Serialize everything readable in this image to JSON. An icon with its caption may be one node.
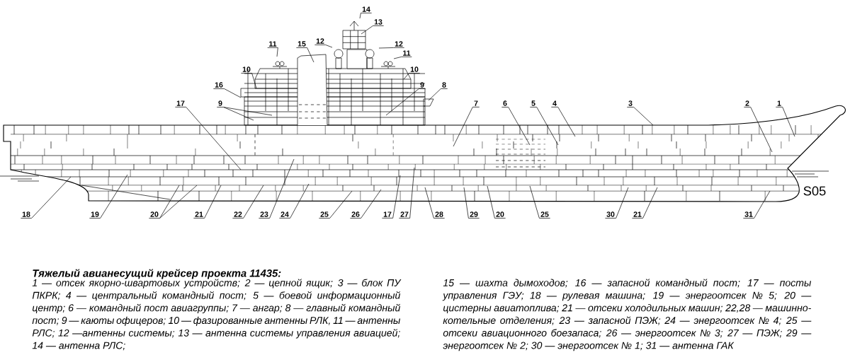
{
  "diagram": {
    "nodes": [
      {
        "text": [
          "14"
        ]
      },
      {
        "text": [
          "13"
        ]
      },
      {
        "text": [
          "11"
        ]
      },
      {
        "text": [
          "15"
        ]
      },
      {
        "text": [
          "12"
        ]
      },
      {
        "text": [
          "12"
        ]
      },
      {
        "text": [
          "11"
        ]
      },
      {
        "text": [
          "10"
        ]
      },
      {
        "text": [
          "10"
        ]
      },
      {
        "text": [
          "16"
        ]
      },
      {
        "text": [
          "9"
        ]
      },
      {
        "text": [
          "8"
        ]
      },
      {
        "text": [
          "9"
        ]
      },
      {
        "text": [
          "17"
        ]
      },
      {
        "text": [
          "7"
        ]
      },
      {
        "text": [
          "6"
        ]
      },
      {
        "text": [
          "5"
        ]
      },
      {
        "text": [
          "4"
        ]
      },
      {
        "text": [
          "3"
        ]
      },
      {
        "text": [
          "2"
        ]
      },
      {
        "text": [
          "1"
        ]
      },
      {
        "text": [
          "18"
        ]
      },
      {
        "text": [
          "19"
        ]
      },
      {
        "text": [
          "20"
        ]
      },
      {
        "text": [
          "21"
        ]
      },
      {
        "text": [
          "22"
        ]
      },
      {
        "text": [
          "23"
        ]
      },
      {
        "text": [
          "24"
        ]
      },
      {
        "text": [
          "25"
        ]
      },
      {
        "text": [
          "26"
        ]
      },
      {
        "text": [
          "17"
        ]
      },
      {
        "text": [
          "27"
        ]
      },
      {
        "text": [
          "28"
        ]
      },
      {
        "text": [
          "29"
        ]
      },
      {
        "text": [
          "20"
        ]
      },
      {
        "text": [
          "25"
        ]
      },
      {
        "text": [
          "30"
        ]
      },
      {
        "text": [
          "21"
        ]
      },
      {
        "text": [
          "31"
        ]
      }
    ],
    "edges": [
      {
        "from": 0,
        "to": null,
        "arrow": "none"
      },
      {
        "from": 1,
        "to": null,
        "arrow": "none"
      },
      {
        "from": 2,
        "to": null,
        "arrow": "none"
      },
      {
        "from": 3,
        "to": null,
        "arrow": "none"
      },
      {
        "from": 4,
        "to": null,
        "arrow": "none"
      },
      {
        "from": 5,
        "to": null,
        "arrow": "none"
      },
      {
        "from": 6,
        "to": null,
        "arrow": "none"
      },
      {
        "from": 7,
        "to": null,
        "arrow": "none"
      },
      {
        "from": 8,
        "to": null,
        "arrow": "none"
      },
      {
        "from": 9,
        "to": null,
        "arrow": "none"
      },
      {
        "from": 10,
        "to": null,
        "arrow": "none"
      },
      {
        "from": 11,
        "to": null,
        "arrow": "none"
      },
      {
        "from": 12,
        "to": null,
        "arrow": "none"
      },
      {
        "from": 12,
        "to": null,
        "arrow": "none"
      },
      {
        "from": 13,
        "to": null,
        "arrow": "none"
      },
      {
        "from": 14,
        "to": null,
        "arrow": "none"
      },
      {
        "from": 15,
        "to": null,
        "arrow": "none"
      },
      {
        "from": 16,
        "to": null,
        "arrow": "none"
      },
      {
        "from": 17,
        "to": null,
        "arrow": "none"
      },
      {
        "from": 18,
        "to": null,
        "arrow": "none"
      },
      {
        "from": 19,
        "to": null,
        "arrow": "none"
      },
      {
        "from": 20,
        "to": null,
        "arrow": "none"
      },
      {
        "from": 21,
        "to": null,
        "arrow": "none"
      },
      {
        "from": 22,
        "to": null,
        "arrow": "none"
      },
      {
        "from": 23,
        "to": null,
        "arrow": "none"
      },
      {
        "from": 23,
        "to": null,
        "arrow": "none"
      },
      {
        "from": 24,
        "to": null,
        "arrow": "none"
      },
      {
        "from": 25,
        "to": null,
        "arrow": "none"
      },
      {
        "from": 26,
        "to": null,
        "arrow": "none"
      },
      {
        "from": 27,
        "to": null,
        "arrow": "none"
      },
      {
        "from": 28,
        "to": null,
        "arrow": "none"
      },
      {
        "from": 29,
        "to": null,
        "arrow": "none"
      },
      {
        "from": 30,
        "to": null,
        "arrow": "none"
      },
      {
        "from": 31,
        "to": null,
        "arrow": "none"
      },
      {
        "from": 32,
        "to": null,
        "arrow": "none"
      },
      {
        "from": 33,
        "to": null,
        "arrow": "none"
      },
      {
        "from": 34,
        "to": null,
        "arrow": "none"
      },
      {
        "from": 35,
        "to": null,
        "arrow": "none"
      },
      {
        "from": 36,
        "to": null,
        "arrow": "none"
      },
      {
        "from": 37,
        "to": null,
        "arrow": "none"
      },
      {
        "from": 38,
        "to": null,
        "arrow": "none"
      }
    ],
    "labels": [
      "S05",
      "Тяжелый авианесущий крейсер проекта 11435:",
      "1 — отсек якорно-швартовых устройств; 2 — цепной ящик; 3 — блок ПУ ПКРК; 4 — центральный командный пост; 5 — боевой информационный центр; 6 — командный пост авиагруппы; 7 — ангар; 8 — главный командный пост; 9 — каюты офицеров; 10 — фазированные антенны РЛК, 11 — антенны РЛС; 12 —антенны системы; 13 — антенна системы управления авиацией; 14 — антенна РЛС;",
      "15 — шахта дымоходов; 16 — запасной командный пост; 17 — посты управления ГЭУ; 18 — рулевая машина; 19 — энергоотсек № 5; 20 — цистерны авиатоплива; 21 — отсеки холодильных машин; 22,28 — машинно-котельные отделения; 23 — запасной ПЭЖ; 24 — энергоотсек № 4; 25 — отсеки авиационного боезапаса; 26 — энергоотсек № 3; 27 — ПЭЖ; 29 — энергоотсек № 2; 30 — энергоотсек № 1; 31 — антенна ГАК"
    ]
  }
}
